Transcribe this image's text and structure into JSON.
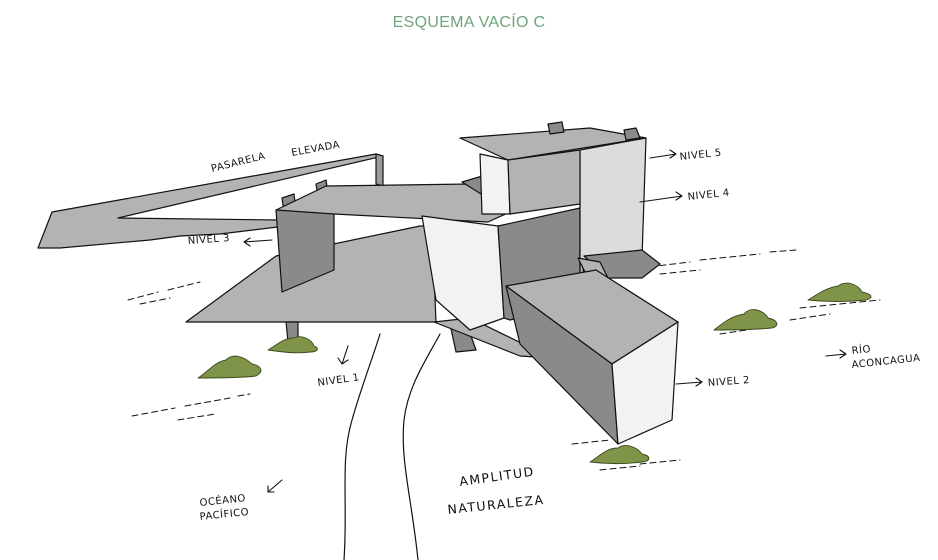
{
  "header": {
    "title": "ESQUEMA VACÍO C"
  },
  "colors": {
    "title": "#6fa47c",
    "light_gray": "#dcdcdc",
    "mid_gray": "#b3b3b3",
    "dark_gray": "#8a8a8a",
    "vegetation": "#7f9448"
  },
  "labels": {
    "pasarela": "PASARELA",
    "elevada": "ELEVADA",
    "nivel5": "NIVEL 5",
    "nivel4": "NIVEL 4",
    "nivel3": "NIVEL 3",
    "nivel2": "NIVEL 2",
    "nivel1": "NIVEL 1",
    "rio_1": "RÍO",
    "rio_2": "ACONCAGUA",
    "oceano_1": "OCÉANO",
    "oceano_2": "PACÍFICO",
    "amplitud": "AMPLITUD",
    "naturaleza": "NATURALEZA"
  }
}
